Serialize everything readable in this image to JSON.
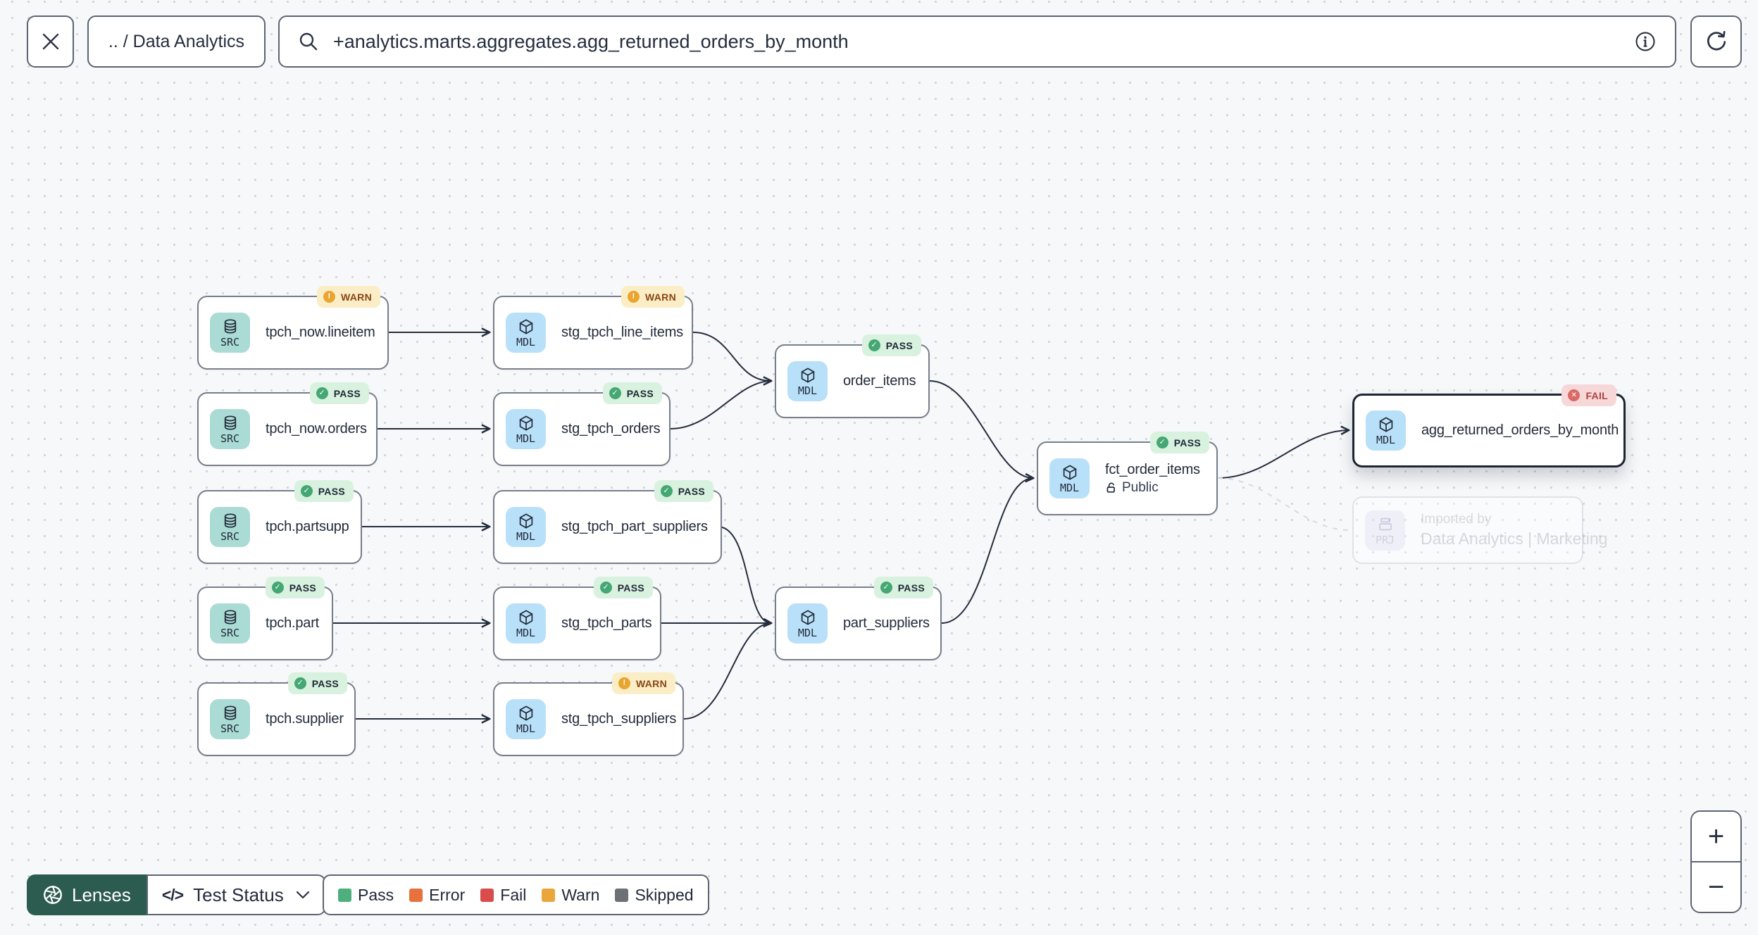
{
  "toolbar": {
    "breadcrumb": ".. / Data Analytics",
    "search_value": "+analytics.marts.aggregates.agg_returned_orders_by_month"
  },
  "controls": {
    "lenses_label": "Lenses",
    "lens_selected": "Test Status",
    "zoom_in": "+",
    "zoom_out": "−"
  },
  "legend": {
    "items": [
      {
        "label": "Pass",
        "color": "#4daf7c"
      },
      {
        "label": "Error",
        "color": "#e7723e"
      },
      {
        "label": "Fail",
        "color": "#d94c4c"
      },
      {
        "label": "Warn",
        "color": "#e9a63a"
      },
      {
        "label": "Skipped",
        "color": "#6d7175"
      }
    ]
  },
  "nodes": [
    {
      "label": "tpch_now.lineitem",
      "type": "SRC",
      "status": "WARN"
    },
    {
      "label": "tpch_now.orders",
      "type": "SRC",
      "status": "PASS"
    },
    {
      "label": "tpch.partsupp",
      "type": "SRC",
      "status": "PASS"
    },
    {
      "label": "tpch.part",
      "type": "SRC",
      "status": "PASS"
    },
    {
      "label": "tpch.supplier",
      "type": "SRC",
      "status": "PASS"
    },
    {
      "label": "stg_tpch_line_items",
      "type": "MDL",
      "status": "WARN"
    },
    {
      "label": "stg_tpch_orders",
      "type": "MDL",
      "status": "PASS"
    },
    {
      "label": "stg_tpch_part_suppliers",
      "type": "MDL",
      "status": "PASS"
    },
    {
      "label": "stg_tpch_parts",
      "type": "MDL",
      "status": "PASS"
    },
    {
      "label": "stg_tpch_suppliers",
      "type": "MDL",
      "status": "WARN"
    },
    {
      "label": "order_items",
      "type": "MDL",
      "status": "PASS"
    },
    {
      "label": "part_suppliers",
      "type": "MDL",
      "status": "PASS"
    },
    {
      "label": "fct_order_items",
      "type": "MDL",
      "status": "PASS",
      "access": "Public"
    },
    {
      "label": "agg_returned_orders_by_month",
      "type": "MDL",
      "status": "FAIL",
      "selected": true
    },
    {
      "type": "PRJ",
      "title": "Imported by",
      "subtitle": "Data Analytics | Marketing",
      "ghost": true
    }
  ],
  "edges": [
    {
      "from": "tpch_now.lineitem",
      "to": "stg_tpch_line_items",
      "style": "solid"
    },
    {
      "from": "tpch_now.orders",
      "to": "stg_tpch_orders",
      "style": "solid"
    },
    {
      "from": "tpch.partsupp",
      "to": "stg_tpch_part_suppliers",
      "style": "solid"
    },
    {
      "from": "tpch.part",
      "to": "stg_tpch_parts",
      "style": "solid"
    },
    {
      "from": "tpch.supplier",
      "to": "stg_tpch_suppliers",
      "style": "solid"
    },
    {
      "from": "stg_tpch_line_items",
      "to": "order_items",
      "style": "solid"
    },
    {
      "from": "stg_tpch_orders",
      "to": "order_items",
      "style": "solid"
    },
    {
      "from": "stg_tpch_part_suppliers",
      "to": "part_suppliers",
      "style": "solid"
    },
    {
      "from": "stg_tpch_parts",
      "to": "part_suppliers",
      "style": "solid"
    },
    {
      "from": "stg_tpch_suppliers",
      "to": "part_suppliers",
      "style": "solid"
    },
    {
      "from": "order_items",
      "to": "fct_order_items",
      "style": "solid"
    },
    {
      "from": "part_suppliers",
      "to": "fct_order_items",
      "style": "solid"
    },
    {
      "from": "fct_order_items",
      "to": "agg_returned_orders_by_month",
      "style": "solid"
    },
    {
      "from": "fct_order_items",
      "to": "Data Analytics | Marketing",
      "style": "dashed"
    }
  ]
}
